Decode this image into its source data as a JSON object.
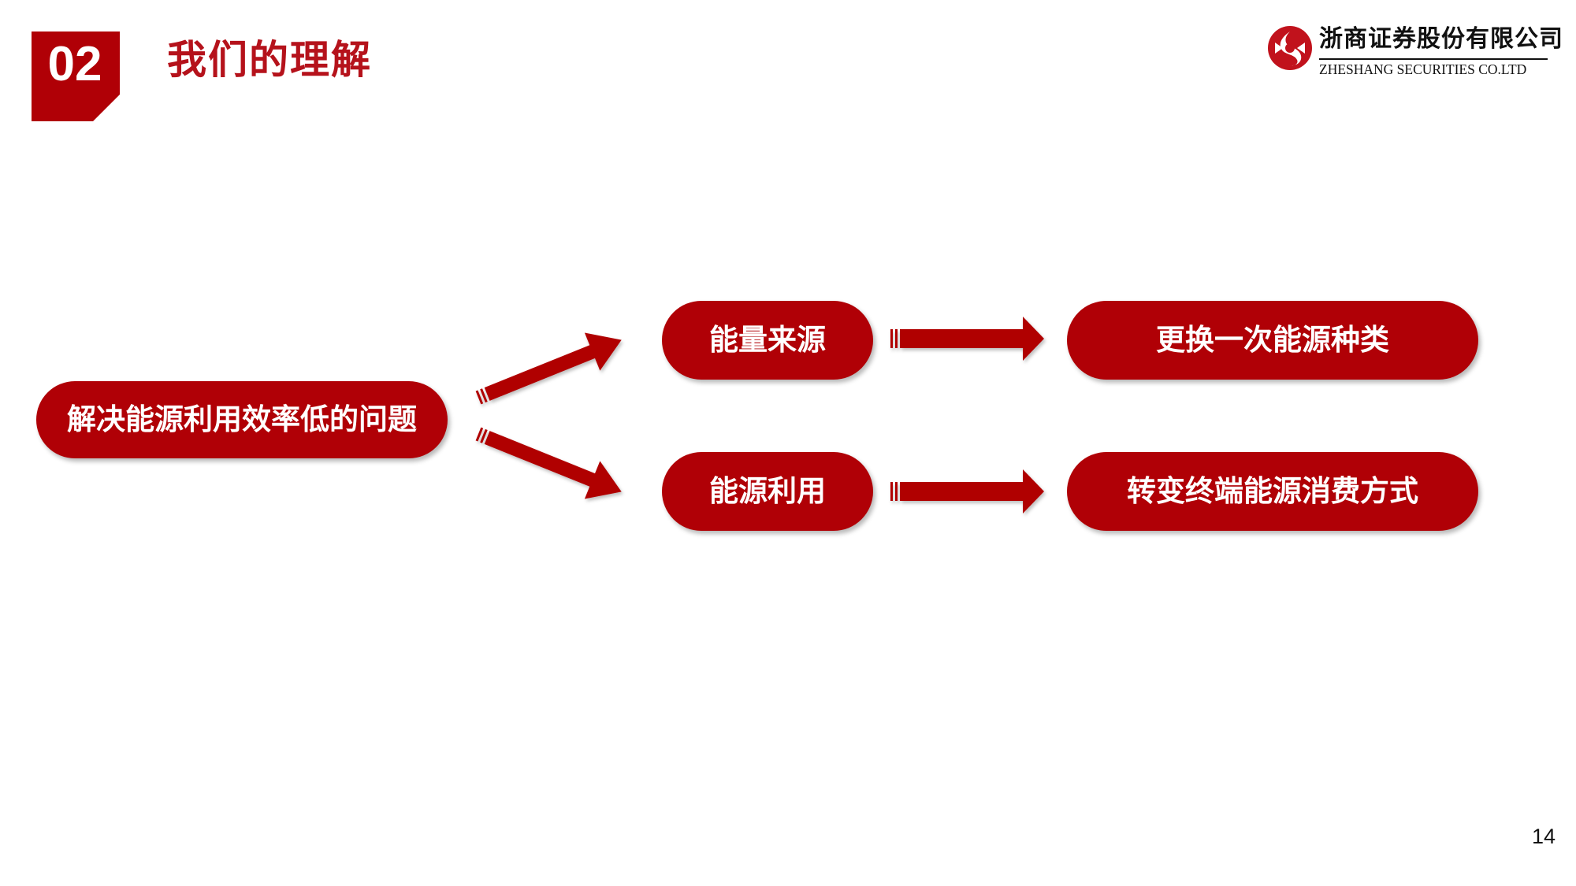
{
  "header": {
    "section_number": "02",
    "title": "我们的理解"
  },
  "logo": {
    "name_cn": "浙商证券股份有限公司",
    "name_en": "ZHESHANG SECURITIES CO.LTD"
  },
  "diagram": {
    "root": "解决能源利用效率低的问题",
    "branches": [
      {
        "label": "能量来源",
        "result": "更换一次能源种类"
      },
      {
        "label": "能源利用",
        "result": "转变终端能源消费方式"
      }
    ]
  },
  "footer": {
    "page_number": "14"
  },
  "colors": {
    "accent": "#b00006",
    "title": "#b5121b"
  }
}
